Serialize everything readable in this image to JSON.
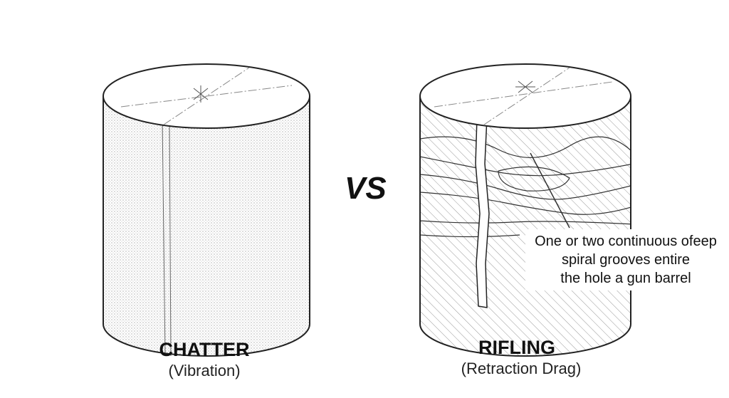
{
  "left": {
    "title": "CHATTER",
    "subtitle": "(Vibration)"
  },
  "separator": "VS",
  "right": {
    "title": "RIFLING",
    "subtitle": "(Retraction Drag)"
  },
  "callout": {
    "lines": [
      "One or two continuous ofeep",
      "spiral grooves entire",
      "the hole a gun barrel"
    ]
  },
  "colors": {
    "ink": "#222222",
    "background": "#ffffff"
  }
}
